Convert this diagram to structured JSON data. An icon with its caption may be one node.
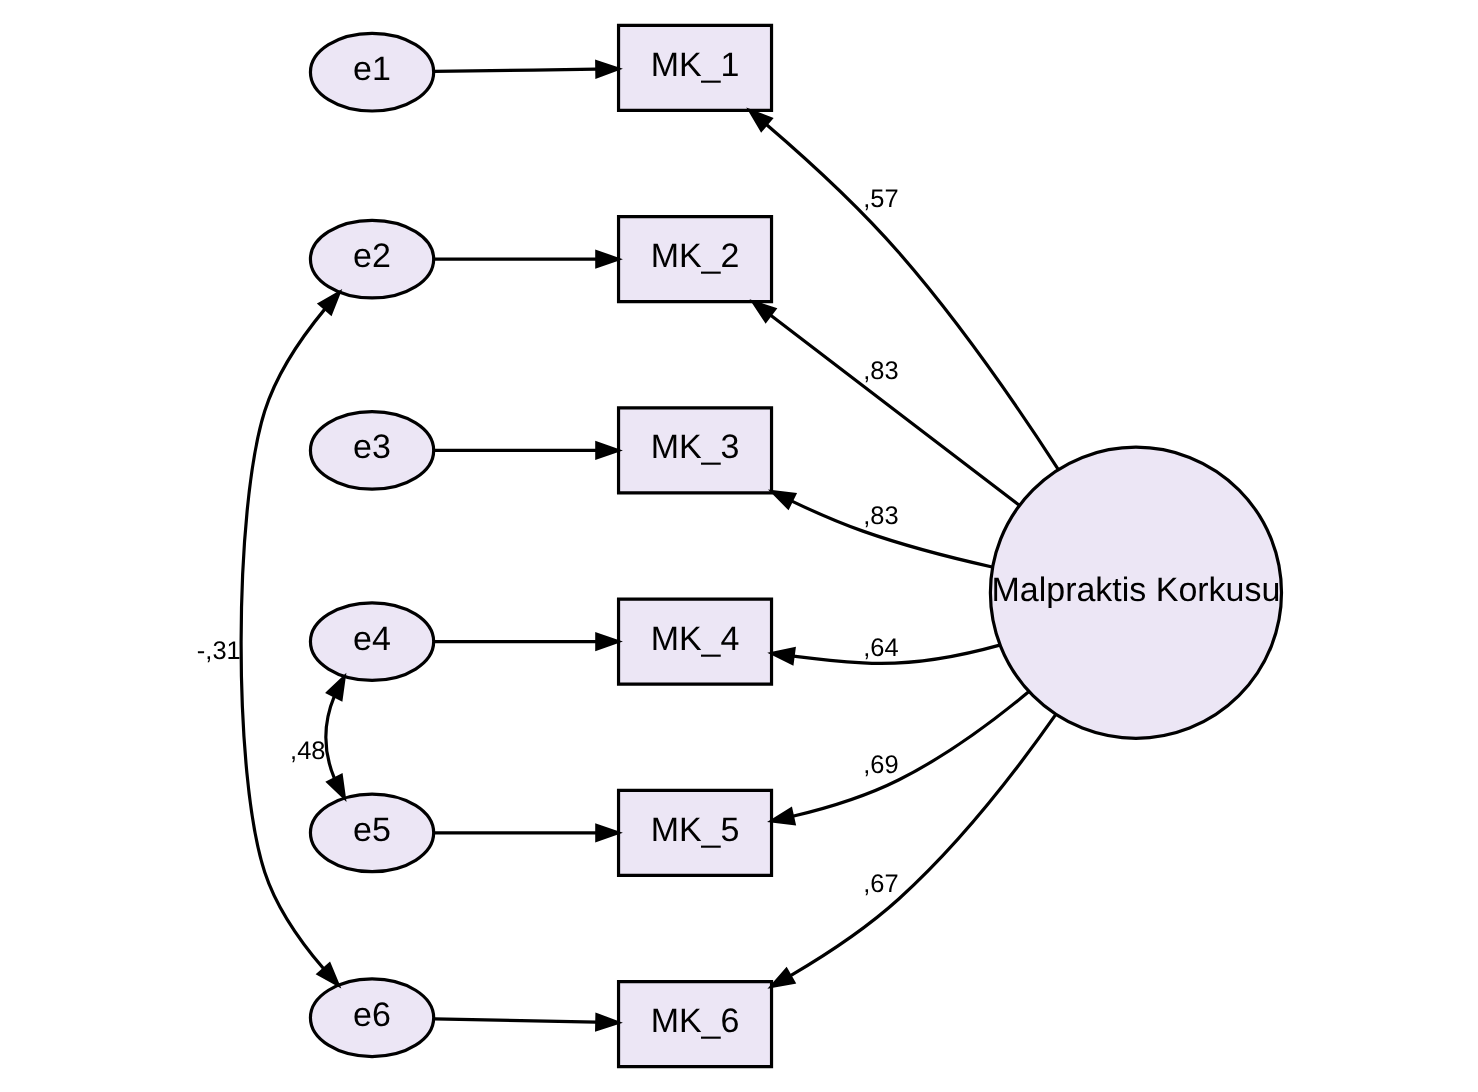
{
  "diagram": {
    "nodes": [
      {
        "text": [
          "e1"
        ]
      },
      {
        "text": [
          "MK_1"
        ]
      },
      {
        "text": [
          "e2"
        ]
      },
      {
        "text": [
          "MK_2"
        ]
      },
      {
        "text": [
          "e3"
        ]
      },
      {
        "text": [
          "MK_3"
        ]
      },
      {
        "text": [
          "e4"
        ]
      },
      {
        "text": [
          "MK_4"
        ]
      },
      {
        "text": [
          "e5"
        ]
      },
      {
        "text": [
          "MK_5"
        ]
      },
      {
        "text": [
          "e6"
        ]
      },
      {
        "text": [
          "MK_6"
        ]
      },
      {
        "text": [
          "Malpraktis Korkusu"
        ]
      }
    ],
    "edges": [
      {
        "from": 0,
        "to": 1,
        "arrow": "to"
      },
      {
        "from": 2,
        "to": 3,
        "arrow": "to"
      },
      {
        "from": 4,
        "to": 5,
        "arrow": "to"
      },
      {
        "from": 6,
        "to": 7,
        "arrow": "to"
      },
      {
        "from": 8,
        "to": 9,
        "arrow": "to"
      },
      {
        "from": 10,
        "to": 11,
        "arrow": "to"
      },
      {
        "from": 12,
        "to": 1,
        "arrow": "to",
        "label": ",57"
      },
      {
        "from": 12,
        "to": 3,
        "arrow": "to",
        "label": ",83"
      },
      {
        "from": 12,
        "to": 5,
        "arrow": "to",
        "label": ",83"
      },
      {
        "from": 12,
        "to": 7,
        "arrow": "to",
        "label": ",64"
      },
      {
        "from": 12,
        "to": 9,
        "arrow": "to",
        "label": ",69"
      },
      {
        "from": 12,
        "to": 11,
        "arrow": "to",
        "label": ",67"
      },
      {
        "from": 2,
        "to": 10,
        "arrow": "both",
        "label": "-,31"
      },
      {
        "from": 6,
        "to": 8,
        "arrow": "both",
        "label": ",48"
      }
    ]
  }
}
